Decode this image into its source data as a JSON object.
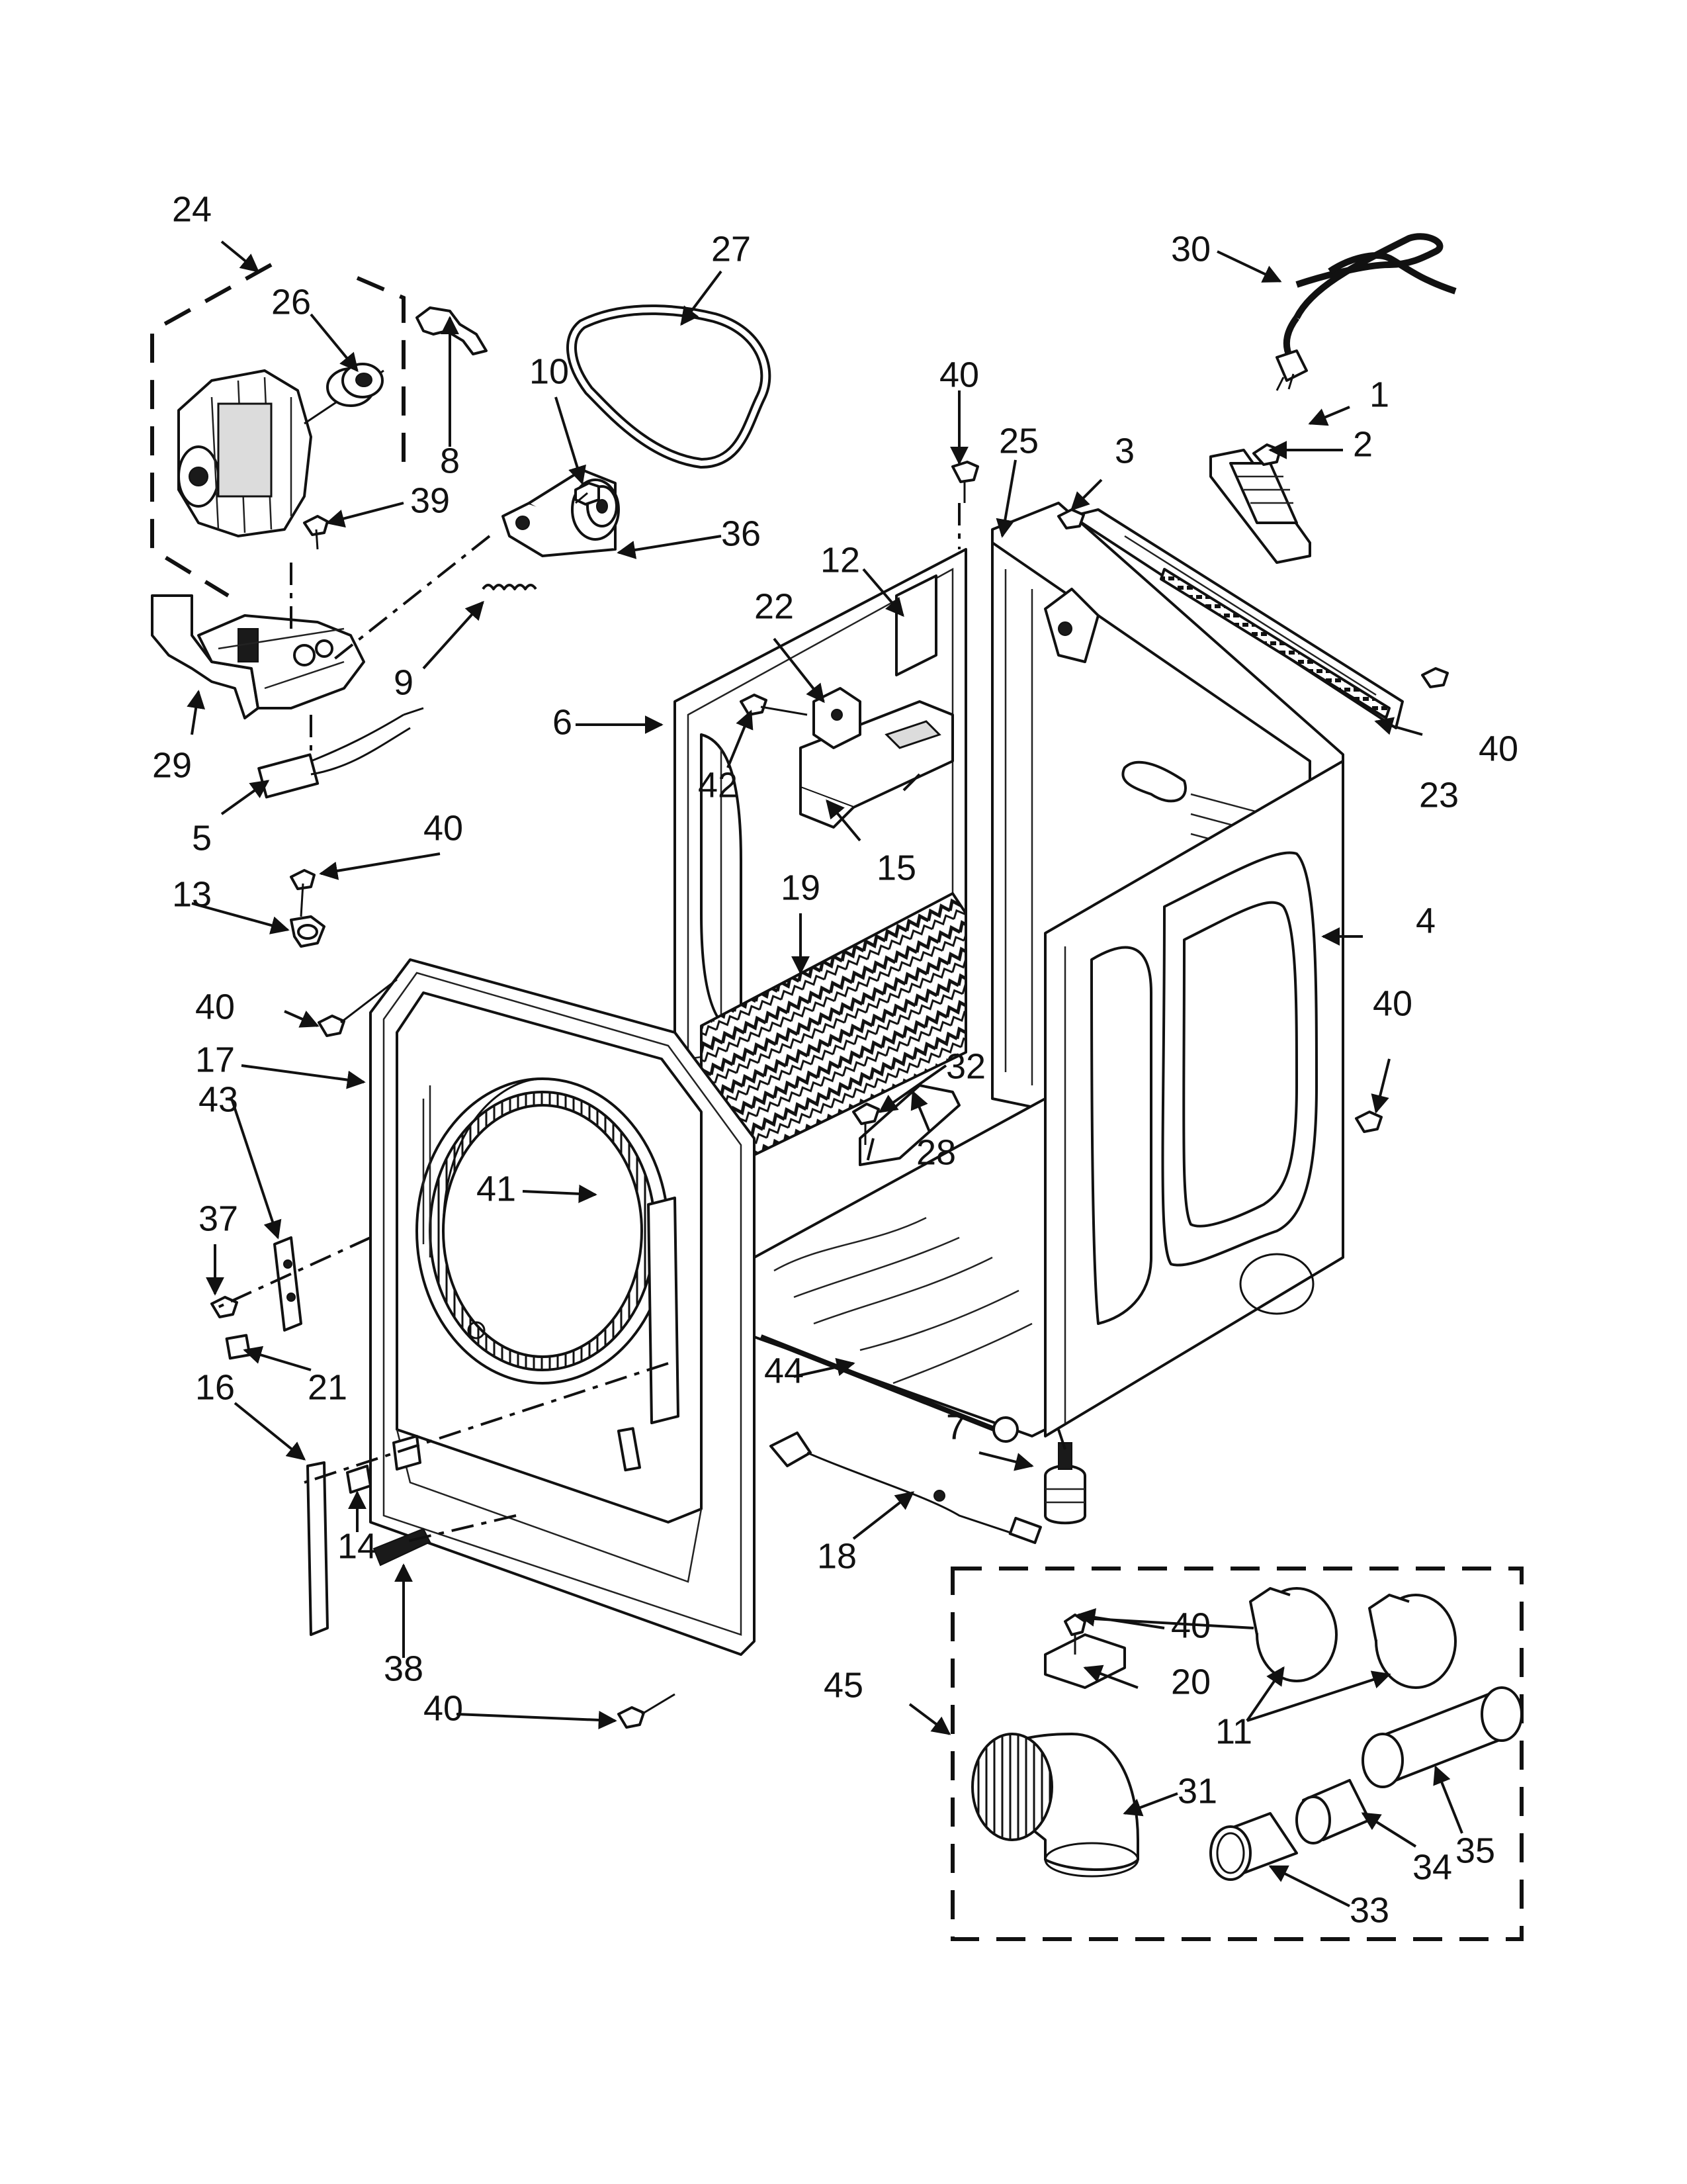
{
  "callouts": [
    {
      "id": "c1",
      "text": "1"
    },
    {
      "id": "c2",
      "text": "2"
    },
    {
      "id": "c3",
      "text": "3"
    },
    {
      "id": "c4",
      "text": "4"
    },
    {
      "id": "c5",
      "text": "5"
    },
    {
      "id": "c6",
      "text": "6"
    },
    {
      "id": "c7",
      "text": "7"
    },
    {
      "id": "c8",
      "text": "8"
    },
    {
      "id": "c9",
      "text": "9"
    },
    {
      "id": "c10",
      "text": "10"
    },
    {
      "id": "c11",
      "text": "11"
    },
    {
      "id": "c12",
      "text": "12"
    },
    {
      "id": "c13",
      "text": "13"
    },
    {
      "id": "c14",
      "text": "14"
    },
    {
      "id": "c15",
      "text": "15"
    },
    {
      "id": "c16",
      "text": "16"
    },
    {
      "id": "c17",
      "text": "17"
    },
    {
      "id": "c18",
      "text": "18"
    },
    {
      "id": "c19",
      "text": "19"
    },
    {
      "id": "c20",
      "text": "20"
    },
    {
      "id": "c21",
      "text": "21"
    },
    {
      "id": "c22",
      "text": "22"
    },
    {
      "id": "c23",
      "text": "23"
    },
    {
      "id": "c24",
      "text": "24"
    },
    {
      "id": "c25",
      "text": "25"
    },
    {
      "id": "c26",
      "text": "26"
    },
    {
      "id": "c27",
      "text": "27"
    },
    {
      "id": "c28",
      "text": "28"
    },
    {
      "id": "c29",
      "text": "29"
    },
    {
      "id": "c30",
      "text": "30"
    },
    {
      "id": "c31",
      "text": "31"
    },
    {
      "id": "c32",
      "text": "32"
    },
    {
      "id": "c33",
      "text": "33"
    },
    {
      "id": "c34",
      "text": "34"
    },
    {
      "id": "c35",
      "text": "35"
    },
    {
      "id": "c36",
      "text": "36"
    },
    {
      "id": "c37",
      "text": "37"
    },
    {
      "id": "c38",
      "text": "38"
    },
    {
      "id": "c39",
      "text": "39"
    },
    {
      "id": "c40a",
      "text": "40"
    },
    {
      "id": "c40b",
      "text": "40"
    },
    {
      "id": "c40c",
      "text": "40"
    },
    {
      "id": "c40d",
      "text": "40"
    },
    {
      "id": "c40e",
      "text": "40"
    },
    {
      "id": "c40f",
      "text": "40"
    },
    {
      "id": "c40g",
      "text": "40"
    },
    {
      "id": "c41",
      "text": "41"
    },
    {
      "id": "c42",
      "text": "42"
    },
    {
      "id": "c43",
      "text": "43"
    },
    {
      "id": "c44",
      "text": "44"
    },
    {
      "id": "c45",
      "text": "45"
    }
  ]
}
